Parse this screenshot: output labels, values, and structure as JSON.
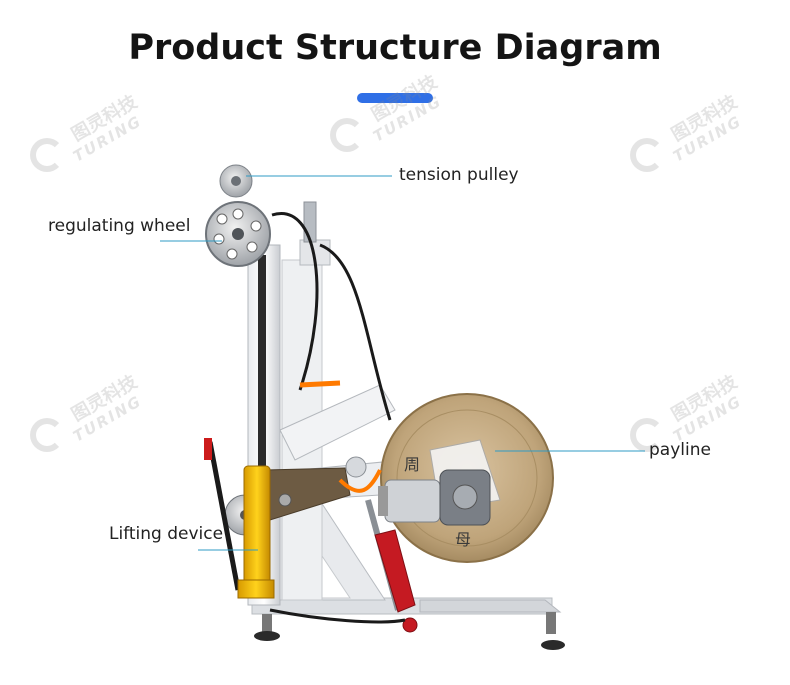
{
  "title": "Product Structure Diagram",
  "accent_color": "#2f6fe6",
  "leader_color": "#2f9bc4",
  "watermark": {
    "chinese": "图灵科技",
    "english": "TURING"
  },
  "labels": {
    "tension_pulley": "tension pulley",
    "regulating_wheel": "regulating wheel",
    "payline": "payline",
    "lifting_device": "Lifting device"
  }
}
